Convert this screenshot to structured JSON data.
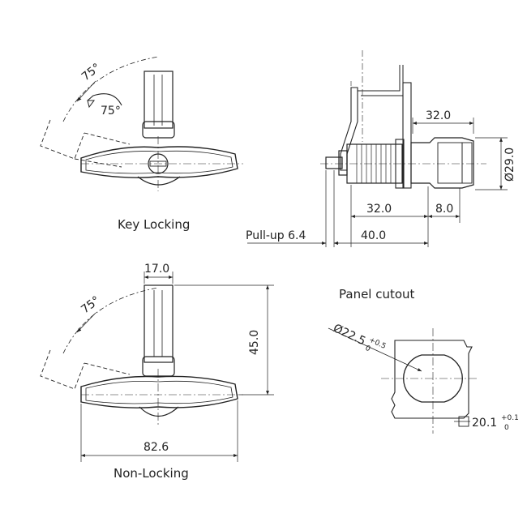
{
  "views": {
    "key_locking": {
      "caption": "Key Locking",
      "rotation_outer": "75°",
      "rotation_inner": "75°"
    },
    "side_view": {
      "dim_top": "32.0",
      "dim_diameter": "Ø29.0",
      "dim_bottom_left": "32.0",
      "dim_bottom_right": "8.0",
      "pull_up": "Pull-up 6.4",
      "overall": "40.0"
    },
    "non_locking": {
      "caption": "Non-Locking",
      "rotation": "75°",
      "width_top": "17.0",
      "height": "45.0",
      "width_overall": "82.6"
    },
    "panel_cutout": {
      "title": "Panel cutout",
      "dia_main": "Ø22.5",
      "dia_tol_upper": "+0.5",
      "dia_tol_lower": "0",
      "square_main": "20.1",
      "square_tol_upper": "+0.1",
      "square_tol_lower": "0"
    }
  }
}
